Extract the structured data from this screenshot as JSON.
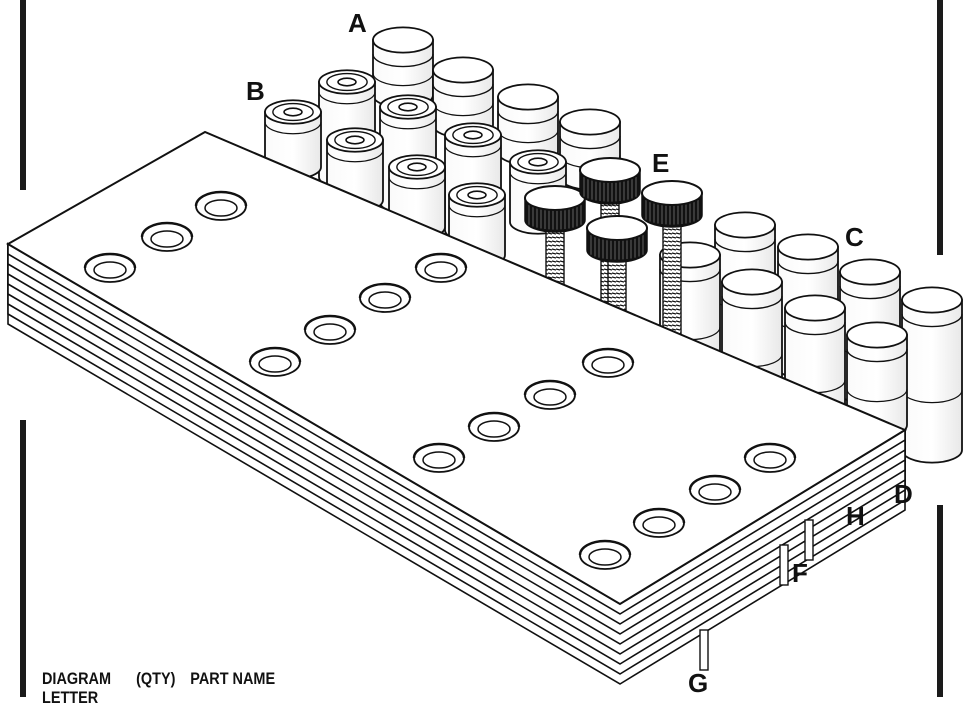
{
  "callouts": {
    "a": "A",
    "b": "B",
    "c": "C",
    "d": "D",
    "e": "E",
    "f": "F",
    "g": "G",
    "h": "H"
  },
  "legend": {
    "col1": "DIAGRAM",
    "col1_line2": "LETTER",
    "col2": "(QTY)",
    "col3": "PART NAME"
  }
}
